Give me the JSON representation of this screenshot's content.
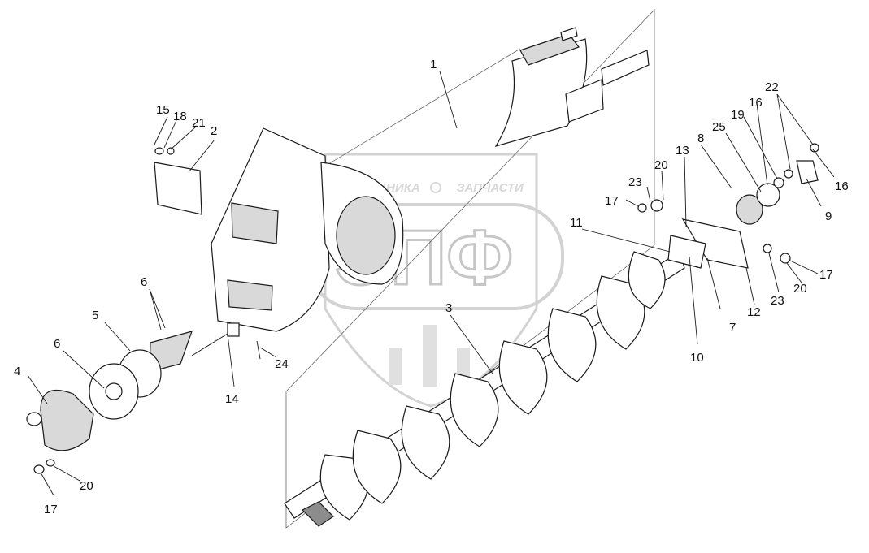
{
  "watermark": {
    "top_text_left": "ТЕХНИКА",
    "top_text_right": "ЗАПЧАСТИ",
    "logo_text": "ЭПФ"
  },
  "callouts": {
    "n1": "1",
    "n2": "2",
    "n3": "3",
    "n4": "4",
    "n5": "5",
    "n6a": "6",
    "n6b": "6",
    "n7": "7",
    "n8": "8",
    "n9": "9",
    "n10": "10",
    "n11": "11",
    "n12": "12",
    "n13": "13",
    "n14": "14",
    "n15": "15",
    "n16a": "16",
    "n16b": "16",
    "n17a": "17",
    "n17b": "17",
    "n17c": "17",
    "n18": "18",
    "n19": "19",
    "n20a": "20",
    "n20b": "20",
    "n20c": "20",
    "n21": "21",
    "n22": "22",
    "n23a": "23",
    "n23b": "23",
    "n24": "24",
    "n25": "25"
  },
  "colors": {
    "line": "#1a1a1a",
    "watermark": "#b8b8b8",
    "part_shade": "#d9d9d9"
  }
}
